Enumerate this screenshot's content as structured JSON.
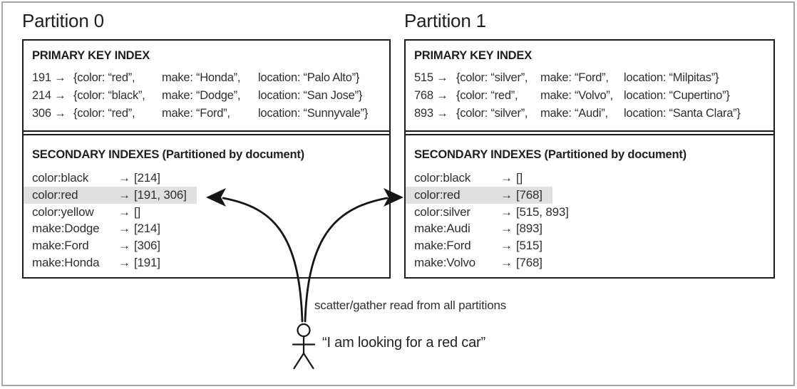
{
  "annotations": {
    "scatter_label": "scatter/gather read from all partitions",
    "user_quote": "“I am looking for a red car”"
  },
  "glyphs": {
    "arrow": "→"
  },
  "colors": {
    "highlight": "#e0e0e0",
    "panel_border": "#1c1c1c",
    "frame_border": "#a6a6a6",
    "text": "#2e2e2e",
    "ink": "#161616"
  },
  "partitions": [
    {
      "title": "Partition 0",
      "primary_index": {
        "heading": "PRIMARY KEY INDEX",
        "rows": [
          {
            "key": "191 →",
            "color": "{color: “red”,",
            "make": "make: “Honda”,",
            "location": "location: “Palo Alto”}"
          },
          {
            "key": "214 →",
            "color": "{color: “black”,",
            "make": "make: “Dodge”,",
            "location": "location: “San Jose”}"
          },
          {
            "key": "306 →",
            "color": "{color: “red”,",
            "make": "make: “Ford”,",
            "location": "location: “Sunnyvale”}"
          }
        ]
      },
      "secondary_indexes": {
        "heading": "SECONDARY INDEXES (Partitioned by document)",
        "rows": [
          {
            "key": "color:black",
            "value": "[214]",
            "highlight": false
          },
          {
            "key": "color:red",
            "value": "[191, 306]",
            "highlight": true
          },
          {
            "key": "color:yellow",
            "value": "[]",
            "highlight": false
          },
          {
            "key": "make:Dodge",
            "value": "[214]",
            "highlight": false
          },
          {
            "key": "make:Ford",
            "value": "[306]",
            "highlight": false
          },
          {
            "key": "make:Honda",
            "value": "[191]",
            "highlight": false
          }
        ]
      }
    },
    {
      "title": "Partition 1",
      "primary_index": {
        "heading": "PRIMARY KEY INDEX",
        "rows": [
          {
            "key": "515 →",
            "color": "{color: “silver”,",
            "make": "make: “Ford”,",
            "location": "location: “Milpitas”}"
          },
          {
            "key": "768 →",
            "color": "{color: “red”,",
            "make": "make: “Volvo”,",
            "location": "location: “Cupertino”}"
          },
          {
            "key": "893 →",
            "color": "{color: “silver”,",
            "make": "make: “Audi”,",
            "location": "location: “Santa Clara”}"
          }
        ]
      },
      "secondary_indexes": {
        "heading": "SECONDARY INDEXES (Partitioned by document)",
        "rows": [
          {
            "key": "color:black",
            "value": "[]",
            "highlight": false
          },
          {
            "key": "color:red",
            "value": "[768]",
            "highlight": true
          },
          {
            "key": "color:silver",
            "value": "[515, 893]",
            "highlight": false
          },
          {
            "key": "make:Audi",
            "value": "[893]",
            "highlight": false
          },
          {
            "key": "make:Ford",
            "value": "[515]",
            "highlight": false
          },
          {
            "key": "make:Volvo",
            "value": "[768]",
            "highlight": false
          }
        ]
      }
    }
  ]
}
